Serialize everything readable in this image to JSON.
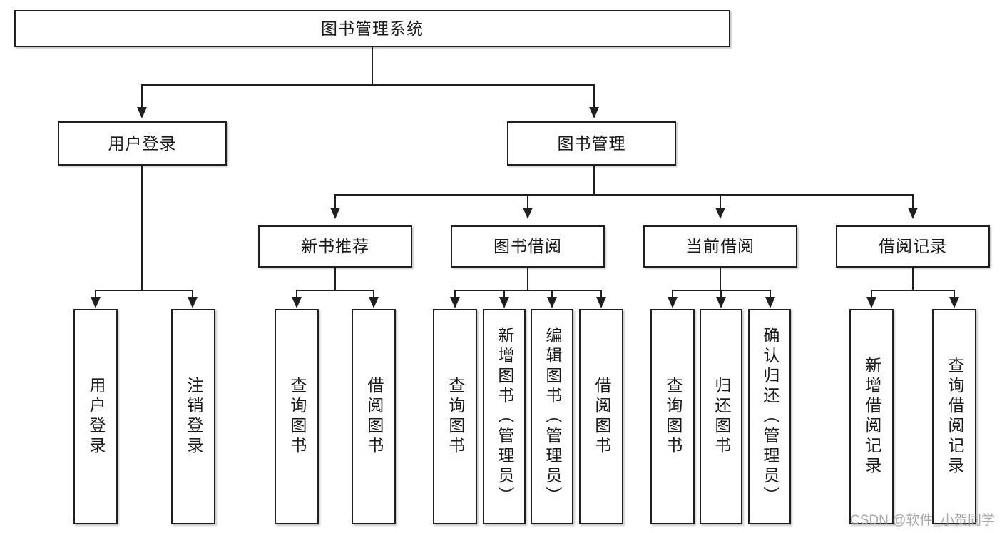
{
  "diagram": {
    "type": "tree-hierarchy-chart",
    "title": "图书管理系统",
    "watermark": "CSDN @软件_小贺同学",
    "colors": {
      "stroke": "#1f1f1f",
      "fill": "#ffffff",
      "background": "#ffffff",
      "watermark": "#9a9a9a"
    },
    "nodes": {
      "root": {
        "label": "图书管理系统",
        "level": 0
      },
      "level1": [
        {
          "id": "user-login",
          "label": "用户登录"
        },
        {
          "id": "book-management",
          "label": "图书管理"
        }
      ],
      "level2": [
        {
          "id": "new-book-recommend",
          "label": "新书推荐",
          "parent": "book-management"
        },
        {
          "id": "book-borrow",
          "label": "图书借阅",
          "parent": "book-management"
        },
        {
          "id": "current-borrow",
          "label": "当前借阅",
          "parent": "book-management"
        },
        {
          "id": "borrow-record",
          "label": "借阅记录",
          "parent": "book-management"
        }
      ],
      "leaves": {
        "user_login": [
          {
            "id": "leaf-user-login",
            "label": "用户登录"
          },
          {
            "id": "leaf-logout",
            "label": "注销登录"
          }
        ],
        "new_book_recommend": [
          {
            "id": "leaf-query-book-1",
            "label": "查询图书"
          },
          {
            "id": "leaf-borrow-book-1",
            "label": "借阅图书"
          }
        ],
        "book_borrow": [
          {
            "id": "leaf-query-book-2",
            "label": "查询图书"
          },
          {
            "id": "leaf-add-book",
            "label": "新增图书（管理员）"
          },
          {
            "id": "leaf-edit-book",
            "label": "编辑图书（管理员）"
          },
          {
            "id": "leaf-borrow-book-2",
            "label": "借阅图书"
          }
        ],
        "current_borrow": [
          {
            "id": "leaf-query-book-3",
            "label": "查询图书"
          },
          {
            "id": "leaf-return-book",
            "label": "归还图书"
          },
          {
            "id": "leaf-confirm-return",
            "label": "确认归还（管理员）"
          }
        ],
        "borrow_record": [
          {
            "id": "leaf-add-record",
            "label": "新增借阅记录"
          },
          {
            "id": "leaf-query-record",
            "label": "查询借阅记录"
          }
        ]
      }
    }
  }
}
